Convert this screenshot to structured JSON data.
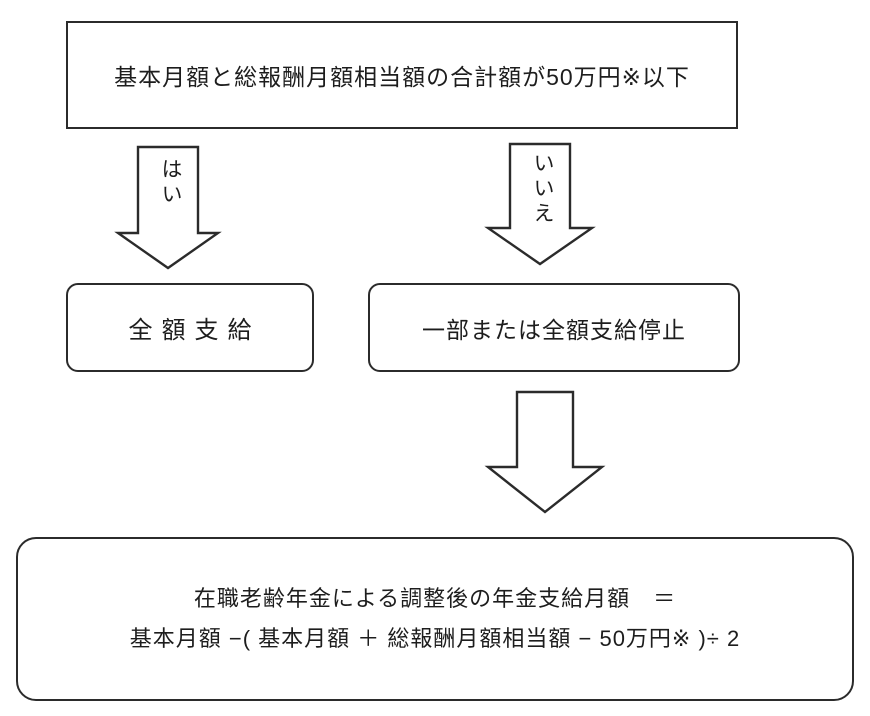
{
  "colors": {
    "ink": "#1d1d1d",
    "border": "#2b2b2b",
    "background": "#ffffff"
  },
  "diagram": {
    "condition": "基本月額と総報酬月額相当額の合計額が50万円※以下",
    "yes_label": "はい",
    "no_label": "いいえ",
    "yes_result": "全額支給",
    "no_result": "一部または全額支給停止",
    "formula_line1": "在職老齢年金による調整後の年金支給月額　＝",
    "formula_line2": "基本月額 −( 基本月額 ＋ 総報酬月額相当額 − 50万円※ )÷ 2"
  }
}
